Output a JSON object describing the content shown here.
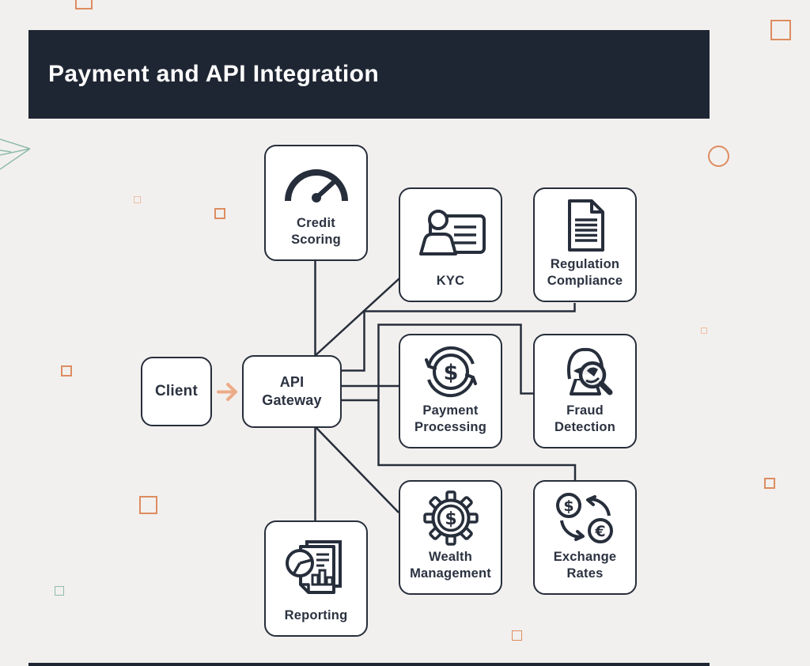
{
  "header": {
    "title": "Payment and API Integration"
  },
  "colors": {
    "background": "#f2f0ee",
    "header_bg": "#1f2633",
    "stroke": "#272e3b",
    "node_bg": "#ffffff",
    "arrow_accent": "#ecab88",
    "deco_orange": "#dd8c60",
    "deco_orange_light": "#ecc0a6",
    "deco_teal": "#8fbcab"
  },
  "nodes": {
    "client": {
      "label": "Client",
      "icon": "none"
    },
    "api_gateway": {
      "label": "API\nGateway",
      "icon": "none"
    },
    "credit_scoring": {
      "label": "Credit\nScoring",
      "icon": "gauge-icon"
    },
    "kyc": {
      "label": "KYC",
      "icon": "id-card-icon"
    },
    "regulation_compliance": {
      "label": "Regulation\nCompliance",
      "icon": "document-icon"
    },
    "payment_processing": {
      "label": "Payment\nProcessing",
      "icon": "dollar-cycle-icon"
    },
    "fraud_detection": {
      "label": "Fraud\nDetection",
      "icon": "spy-magnifier-icon"
    },
    "wealth_management": {
      "label": "Wealth\nManagement",
      "icon": "gear-dollar-icon"
    },
    "exchange_rates": {
      "label": "Exchange\nRates",
      "icon": "currency-exchange-icon"
    },
    "reporting": {
      "label": "Reporting",
      "icon": "report-charts-icon"
    }
  },
  "edges": [
    {
      "from": "Client",
      "to": "API Gateway",
      "type": "arrow"
    },
    {
      "from": "API Gateway",
      "to": "Credit Scoring",
      "type": "line"
    },
    {
      "from": "API Gateway",
      "to": "KYC",
      "type": "line"
    },
    {
      "from": "API Gateway",
      "to": "Regulation Compliance",
      "type": "line"
    },
    {
      "from": "API Gateway",
      "to": "Payment Processing",
      "type": "line"
    },
    {
      "from": "API Gateway",
      "to": "Fraud Detection",
      "type": "line"
    },
    {
      "from": "API Gateway",
      "to": "Exchange Rates",
      "type": "line"
    },
    {
      "from": "API Gateway",
      "to": "Wealth Management",
      "type": "line"
    },
    {
      "from": "API Gateway",
      "to": "Reporting",
      "type": "line"
    }
  ]
}
